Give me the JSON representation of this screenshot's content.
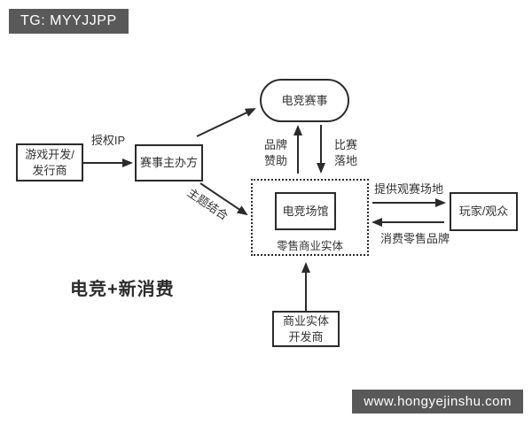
{
  "badges": {
    "top_left": "TG: MYYJJPP",
    "bottom_right": "www.hongyejinshu.com"
  },
  "diagram": {
    "title": "电竞+新消费",
    "nodes": {
      "game_developer": "游戏开发/\n发行商",
      "event_organizer": "赛事主办方",
      "esports_event": "电竞赛事",
      "esports_venue": "电竞场馆",
      "retail_entity": "零售商业实体",
      "players_audience": "玩家/观众",
      "entity_developer": "商业实体\n开发商"
    },
    "edges": {
      "authorize_ip": "授权IP",
      "brand_sponsorship": "品牌\n赞助",
      "match_landing": "比赛\n落地",
      "theme_combination": "主题结合",
      "provide_viewing_venue": "提供观赛场地",
      "consume_retail_brands": "消费零售品牌"
    },
    "colors": {
      "line": "#2b2b2b",
      "badge_background": "#595959",
      "badge_text": "#ffffff",
      "text": "#333333",
      "background": "#ffffff"
    }
  }
}
